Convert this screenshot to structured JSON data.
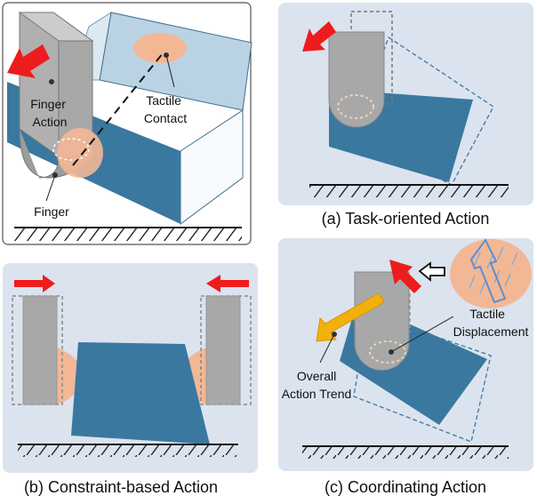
{
  "panels": {
    "overview": {
      "finger_action": [
        "Finger",
        "Action"
      ],
      "tactile_contact": [
        "Tactile",
        "Contact"
      ],
      "finger": "Finger"
    },
    "task_oriented": {
      "caption": "(a) Task-oriented Action"
    },
    "constraint_based": {
      "caption": "(b) Constraint-based Action"
    },
    "coordinating": {
      "caption": "(c) Coordinating Action",
      "tactile_displacement": [
        "Tactile",
        "Displacement"
      ],
      "overall_action_trend": [
        "Overall",
        "Action Trend"
      ]
    }
  },
  "colors": {
    "panel_bg": "#dbe3ef",
    "finger_gray": "#a8a8a8",
    "object_blue": "#3a78a0",
    "object_light": "#b9d3e4",
    "contact_pad": "#f2b896",
    "action_arrow": "#ee1c1c",
    "trend_arrow": "#f2b10a",
    "displacement_arrow": "#7aa7d8"
  }
}
